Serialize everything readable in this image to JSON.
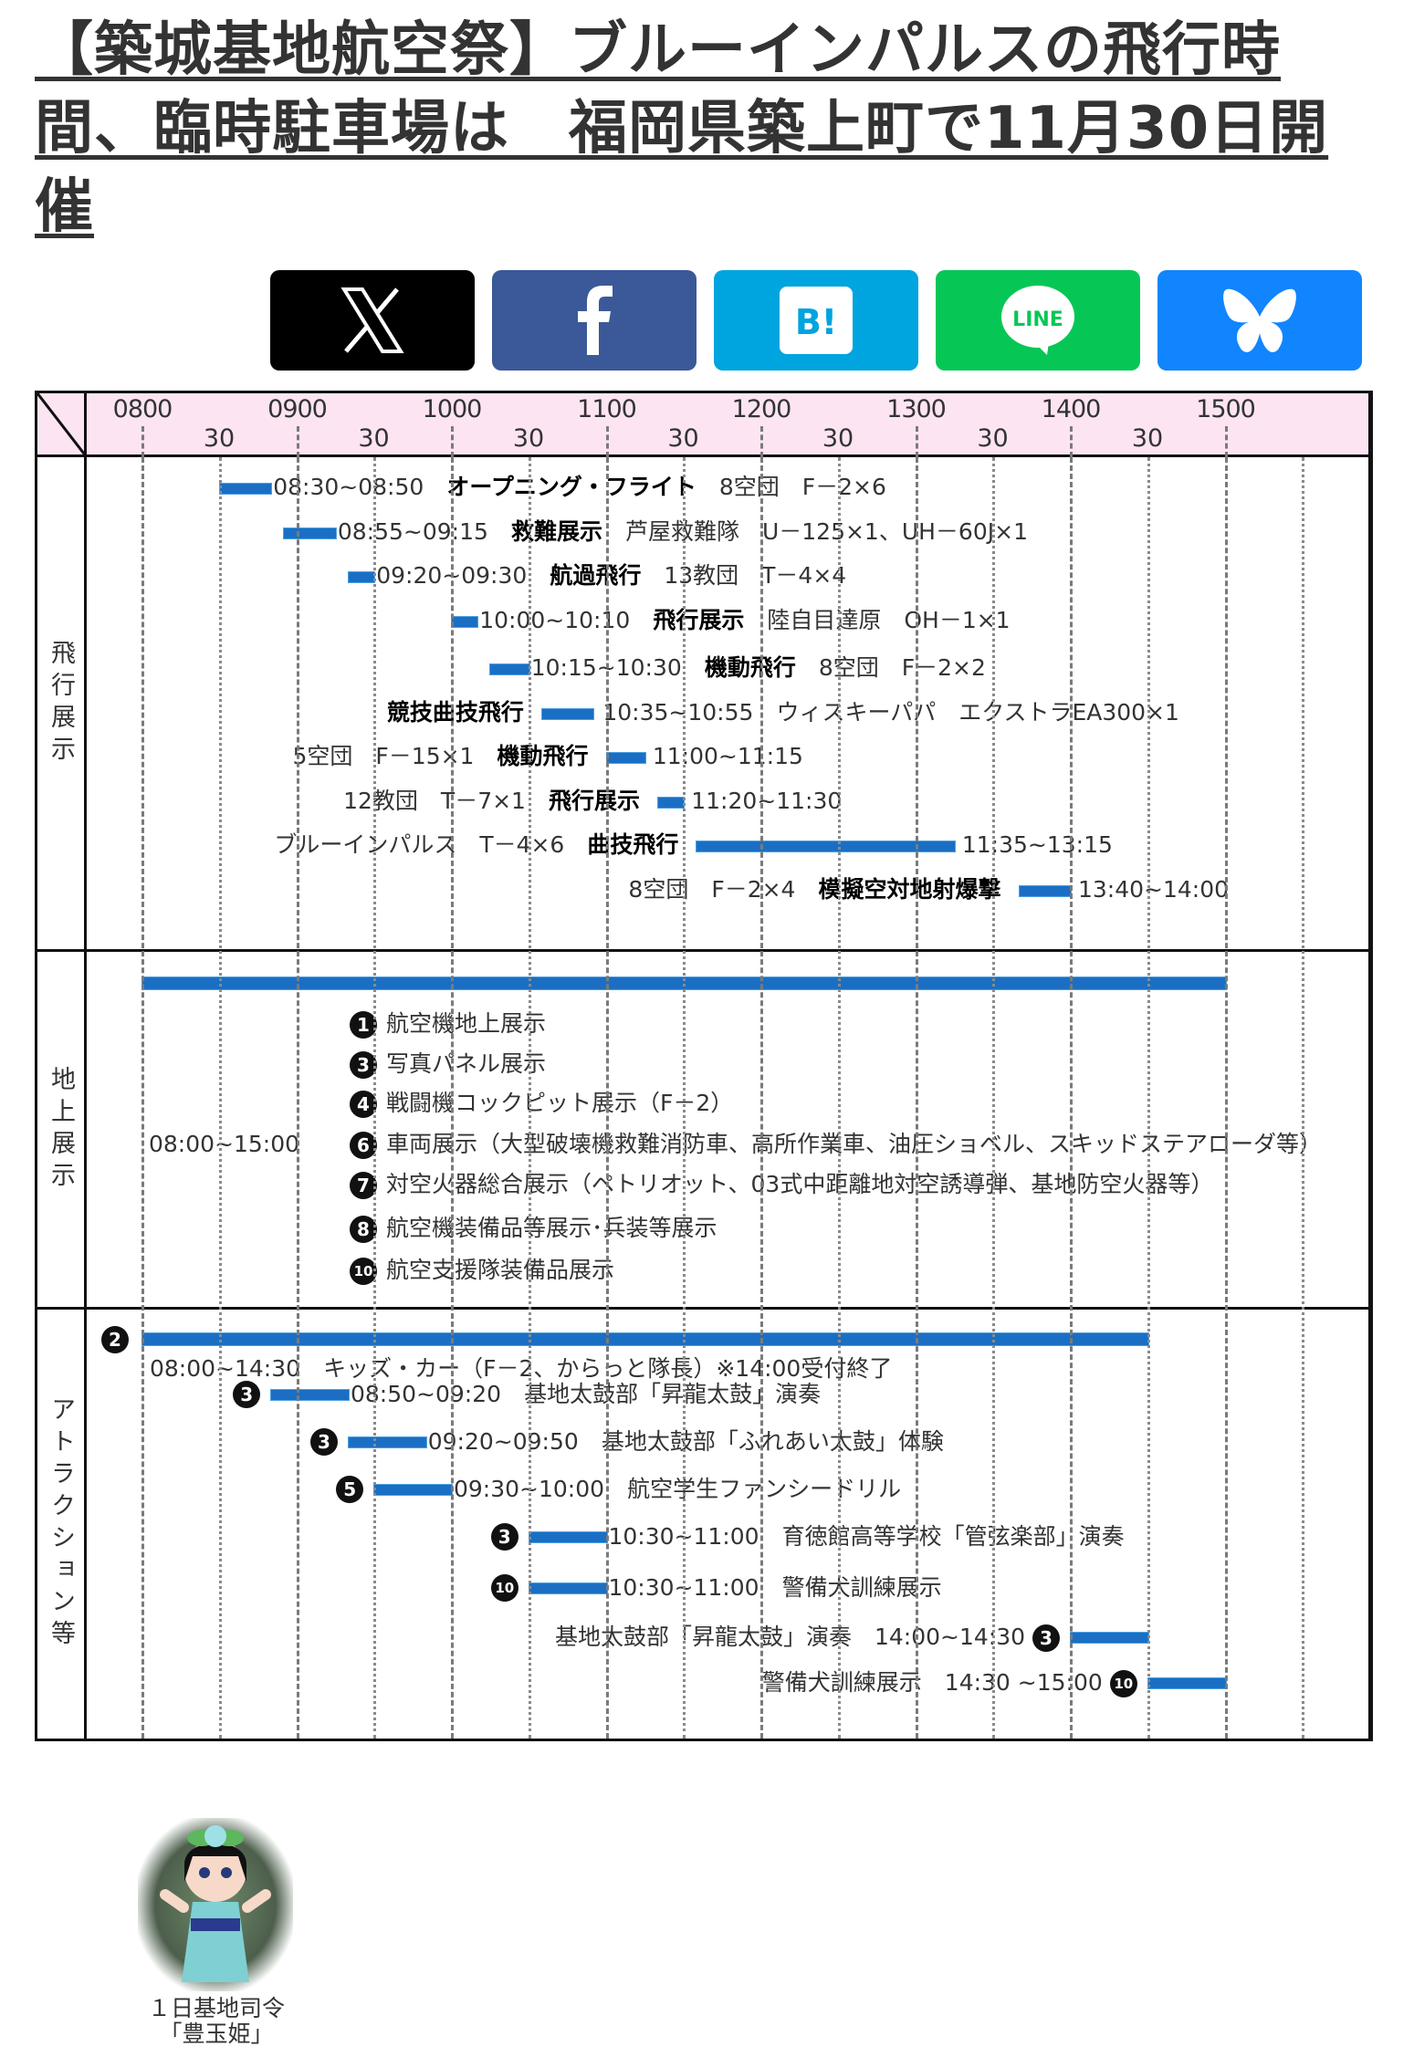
{
  "article": {
    "title": "【築城基地航空祭】ブルーインパルスの飛行時間、臨時駐車場は　福岡県築上町で11月30日開催"
  },
  "share": [
    {
      "name": "x",
      "label": "X",
      "color": "#000000",
      "icon": "x-logo-icon"
    },
    {
      "name": "facebook",
      "label": "f",
      "color": "#3b5998",
      "icon": "facebook-icon"
    },
    {
      "name": "hatena",
      "label": "B!",
      "color": "#00a4de",
      "icon": "hatena-bookmark-icon"
    },
    {
      "name": "line",
      "label": "LINE",
      "color": "#06c755",
      "icon": "line-icon"
    },
    {
      "name": "bluesky",
      "label": "",
      "color": "#1185fe",
      "icon": "bluesky-butterfly-icon"
    }
  ],
  "timetable": {
    "axis": {
      "start": "08:00",
      "end": "15:30",
      "hour_labels": [
        "0800",
        "0900",
        "1000",
        "1100",
        "1200",
        "1300",
        "1400",
        "1500"
      ],
      "half_label": "30"
    },
    "colors": {
      "header": "#fde4f3",
      "flight": "#cbfafc",
      "ground": "#fdf8cb",
      "attraction": "#cff5c5",
      "bar": "#1a6fc4"
    },
    "sections": {
      "flight": {
        "label": "飛行展示",
        "rows": [
          {
            "start": "08:30",
            "end": "08:50",
            "time": "08:30~08:50",
            "event": "オープニング・フライト",
            "detail": "8空団　F－2×6",
            "layout": "bar-first"
          },
          {
            "start": "08:55",
            "end": "09:15",
            "time": "08:55~09:15",
            "event": "救難展示",
            "detail": "芦屋救難隊　U－125×1、UH－60J×1",
            "layout": "bar-first"
          },
          {
            "start": "09:20",
            "end": "09:30",
            "time": "09:20~09:30",
            "event": "航過飛行",
            "detail": "13教団　T－4×4",
            "layout": "bar-first"
          },
          {
            "start": "10:00",
            "end": "10:10",
            "time": "10:00~10:10",
            "event": "飛行展示",
            "detail": "陸自目達原　OH－1×1",
            "layout": "bar-first"
          },
          {
            "start": "10:15",
            "end": "10:30",
            "time": "10:15~10:30",
            "event": "機動飛行",
            "detail": "8空団　F－2×2",
            "layout": "bar-first"
          },
          {
            "start": "10:35",
            "end": "10:55",
            "time": "10:35~10:55",
            "event": "競技曲技飛行",
            "detail": "ウィスキーパパ　エクストラEA300×1",
            "layout": "event-bar-time-detail"
          },
          {
            "start": "11:00",
            "end": "11:15",
            "time": "11:00~11:15",
            "event": "機動飛行",
            "detail": "5空団　F－15×1",
            "layout": "detail-event-bar-time"
          },
          {
            "start": "11:20",
            "end": "11:30",
            "time": "11:20~11:30",
            "event": "飛行展示",
            "detail": "12教団　T－7×1",
            "layout": "detail-event-bar-time"
          },
          {
            "start": "11:35",
            "end": "13:15",
            "time": "11:35~13:15",
            "event": "曲技飛行",
            "detail": "ブルーインパルス　T－4×6",
            "layout": "detail-event-bar-time"
          },
          {
            "start": "13:40",
            "end": "14:00",
            "time": "13:40~14:00",
            "event": "模擬空対地射爆撃",
            "detail": "8空団　F－2×4",
            "layout": "detail-event-bar-time"
          }
        ]
      },
      "ground": {
        "label": "地上展示",
        "bar": {
          "start": "08:00",
          "end": "15:00"
        },
        "time": "08:00~15:00",
        "items": [
          {
            "num": "1",
            "text": "航空機地上展示"
          },
          {
            "num": "3",
            "text": "写真パネル展示"
          },
          {
            "num": "4",
            "text": "戦闘機コックピット展示（F－2）"
          },
          {
            "num": "6",
            "text": "車両展示（大型破壊機救難消防車、高所作業車、油圧ショベル、スキッドステアローダ等）"
          },
          {
            "num": "7",
            "text": "対空火器総合展示（ペトリオット、03式中距離地対空誘導弾、基地防空火器等）"
          },
          {
            "num": "8",
            "text": "航空機装備品等展示･兵装等展示"
          },
          {
            "num": "10",
            "text": "航空支援隊装備品展示"
          }
        ]
      },
      "attraction": {
        "label": "アトラクション等",
        "rows": [
          {
            "num": "2",
            "start": "08:00",
            "end": "14:30",
            "time": "08:00~14:30",
            "text": "キッズ・カー（F－2、からっと隊長）※14:00受付終了",
            "layout": "full"
          },
          {
            "num": "3",
            "start": "08:50",
            "end": "09:20",
            "time": "08:50~09:20",
            "text": "基地太鼓部「昇龍太鼓」演奏",
            "layout": "num-bar-time"
          },
          {
            "num": "3",
            "start": "09:20",
            "end": "09:50",
            "time": "09:20~09:50",
            "text": "基地太鼓部「ふれあい太鼓」体験",
            "layout": "num-bar-time"
          },
          {
            "num": "5",
            "start": "09:30",
            "end": "10:00",
            "time": "09:30~10:00",
            "text": "航空学生ファンシードリル",
            "layout": "num-bar-time"
          },
          {
            "num": "3",
            "start": "10:30",
            "end": "11:00",
            "time": "10:30~11:00",
            "text": "育徳館高等学校「管弦楽部」演奏",
            "layout": "num-bar-time"
          },
          {
            "num": "10",
            "start": "10:30",
            "end": "11:00",
            "time": "10:30~11:00",
            "text": "警備犬訓練展示",
            "layout": "num-bar-time"
          },
          {
            "num": "3",
            "start": "14:00",
            "end": "14:30",
            "time": "14:00~14:30",
            "text": "基地太鼓部「昇龍太鼓」演奏",
            "layout": "text-time-num-bar"
          },
          {
            "num": "10",
            "start": "14:30",
            "end": "15:00",
            "time": "14:30 ~15:00",
            "text": "警備犬訓練展示",
            "layout": "text-time-num-bar"
          }
        ],
        "mascot": {
          "caption_line1": "１日基地司令",
          "caption_line2": "「豊玉姫」"
        }
      }
    }
  }
}
